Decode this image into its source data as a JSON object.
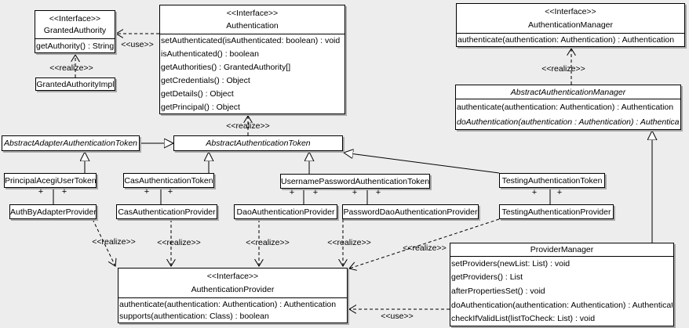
{
  "diagram": {
    "background": "#ededed",
    "box_fill": "#ffffff",
    "border_color": "#000000",
    "shadow_color": "#a9a9a9"
  },
  "symbols": {
    "plus": "+"
  },
  "edge_labels": {
    "use": "<<use>>",
    "realize": "<<realize>>"
  },
  "classes": {
    "granted_authority": {
      "stereotype": "<<Interface>>",
      "name": "GrantedAuthority",
      "methods": [
        "getAuthority() : String"
      ]
    },
    "granted_authority_impl": {
      "name": "GrantedAuthorityImpl"
    },
    "authentication": {
      "stereotype": "<<Interface>>",
      "name": "Authentication",
      "methods": [
        "setAuthenticated(isAuthenticated: boolean) : void",
        "isAuthenticated() : boolean",
        "getAuthorities() : GrantedAuthority[]",
        "getCredentials() : Object",
        "getDetails() : Object",
        "getPrincipal() : Object"
      ]
    },
    "authentication_manager": {
      "stereotype": "<<Interface>>",
      "name": "AuthenticationManager",
      "methods": [
        "authenticate(authentication: Authentication) : Authentication"
      ]
    },
    "abstract_authentication_manager": {
      "name": "AbstractAuthenticationManager",
      "methods": [
        "authenticate(authentication: Authentication) : Authentication",
        "doAuthentication(authentication : Authentication) : Authentication"
      ]
    },
    "abstract_adapter_authentication_token": {
      "name": "AbstractAdapterAuthenticationToken"
    },
    "abstract_authentication_token": {
      "name": "AbstractAuthenticationToken"
    },
    "principal_acegi_user_token": {
      "name": "PrincipalAcegiUserToken"
    },
    "cas_authentication_token": {
      "name": "CasAuthenticationToken"
    },
    "username_password_authentication_token": {
      "name": "UsernamePasswordAuthenticationToken"
    },
    "testing_authentication_token": {
      "name": "TestingAuthenticationToken"
    },
    "auth_by_adapter_provider": {
      "name": "AuthByAdapterProvider"
    },
    "cas_authentication_provider": {
      "name": "CasAuthenticationProvider"
    },
    "dao_authentication_provider": {
      "name": "DaoAuthenticationProvider"
    },
    "password_dao_authentication_provider": {
      "name": "PasswordDaoAuthenticationProvider"
    },
    "testing_authentication_provider": {
      "name": "TestingAuthenticationProvider"
    },
    "authentication_provider": {
      "stereotype": "<<Interface>>",
      "name": "AuthenticationProvider",
      "methods": [
        "authenticate(authentication: Authentication) : Authentication",
        "supports(authentication: Class) : boolean"
      ]
    },
    "provider_manager": {
      "name": "ProviderManager",
      "methods": [
        "setProviders(newList: List) : void",
        "getProviders() : List",
        "afterPropertiesSet() : void",
        "doAuthentication(authentication: Authentication) : Authentication",
        "checkIfValidList(listToCheck: List) : void"
      ]
    }
  }
}
